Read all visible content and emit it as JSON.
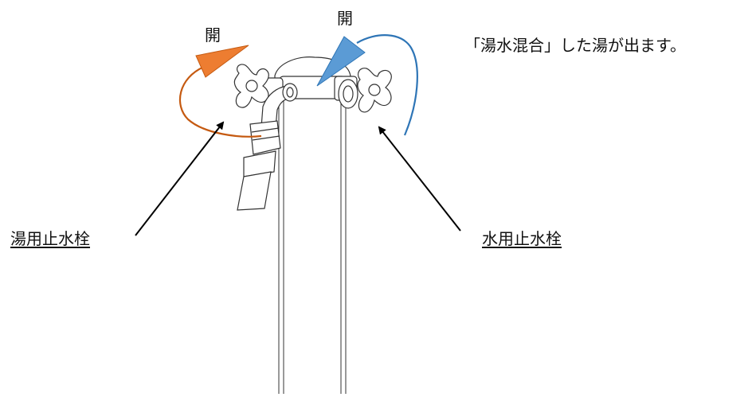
{
  "labels": {
    "hot_open": "開",
    "cold_open": "開",
    "caption": "「湯水混合」した湯が出ます。",
    "hot_valve": "湯用止水栓",
    "cold_valve": "水用止水栓"
  },
  "colors": {
    "hot_arrow": "#ed7d31",
    "hot_arc": "#c55a11",
    "cold_arrow": "#5b9bd5",
    "cold_arc": "#2e75b6",
    "pointer": "#000000",
    "line_art": "#333333"
  },
  "icons": {
    "hot_rotation": "curved-arrow-counterclockwise",
    "cold_rotation": "curved-arrow-clockwise"
  }
}
